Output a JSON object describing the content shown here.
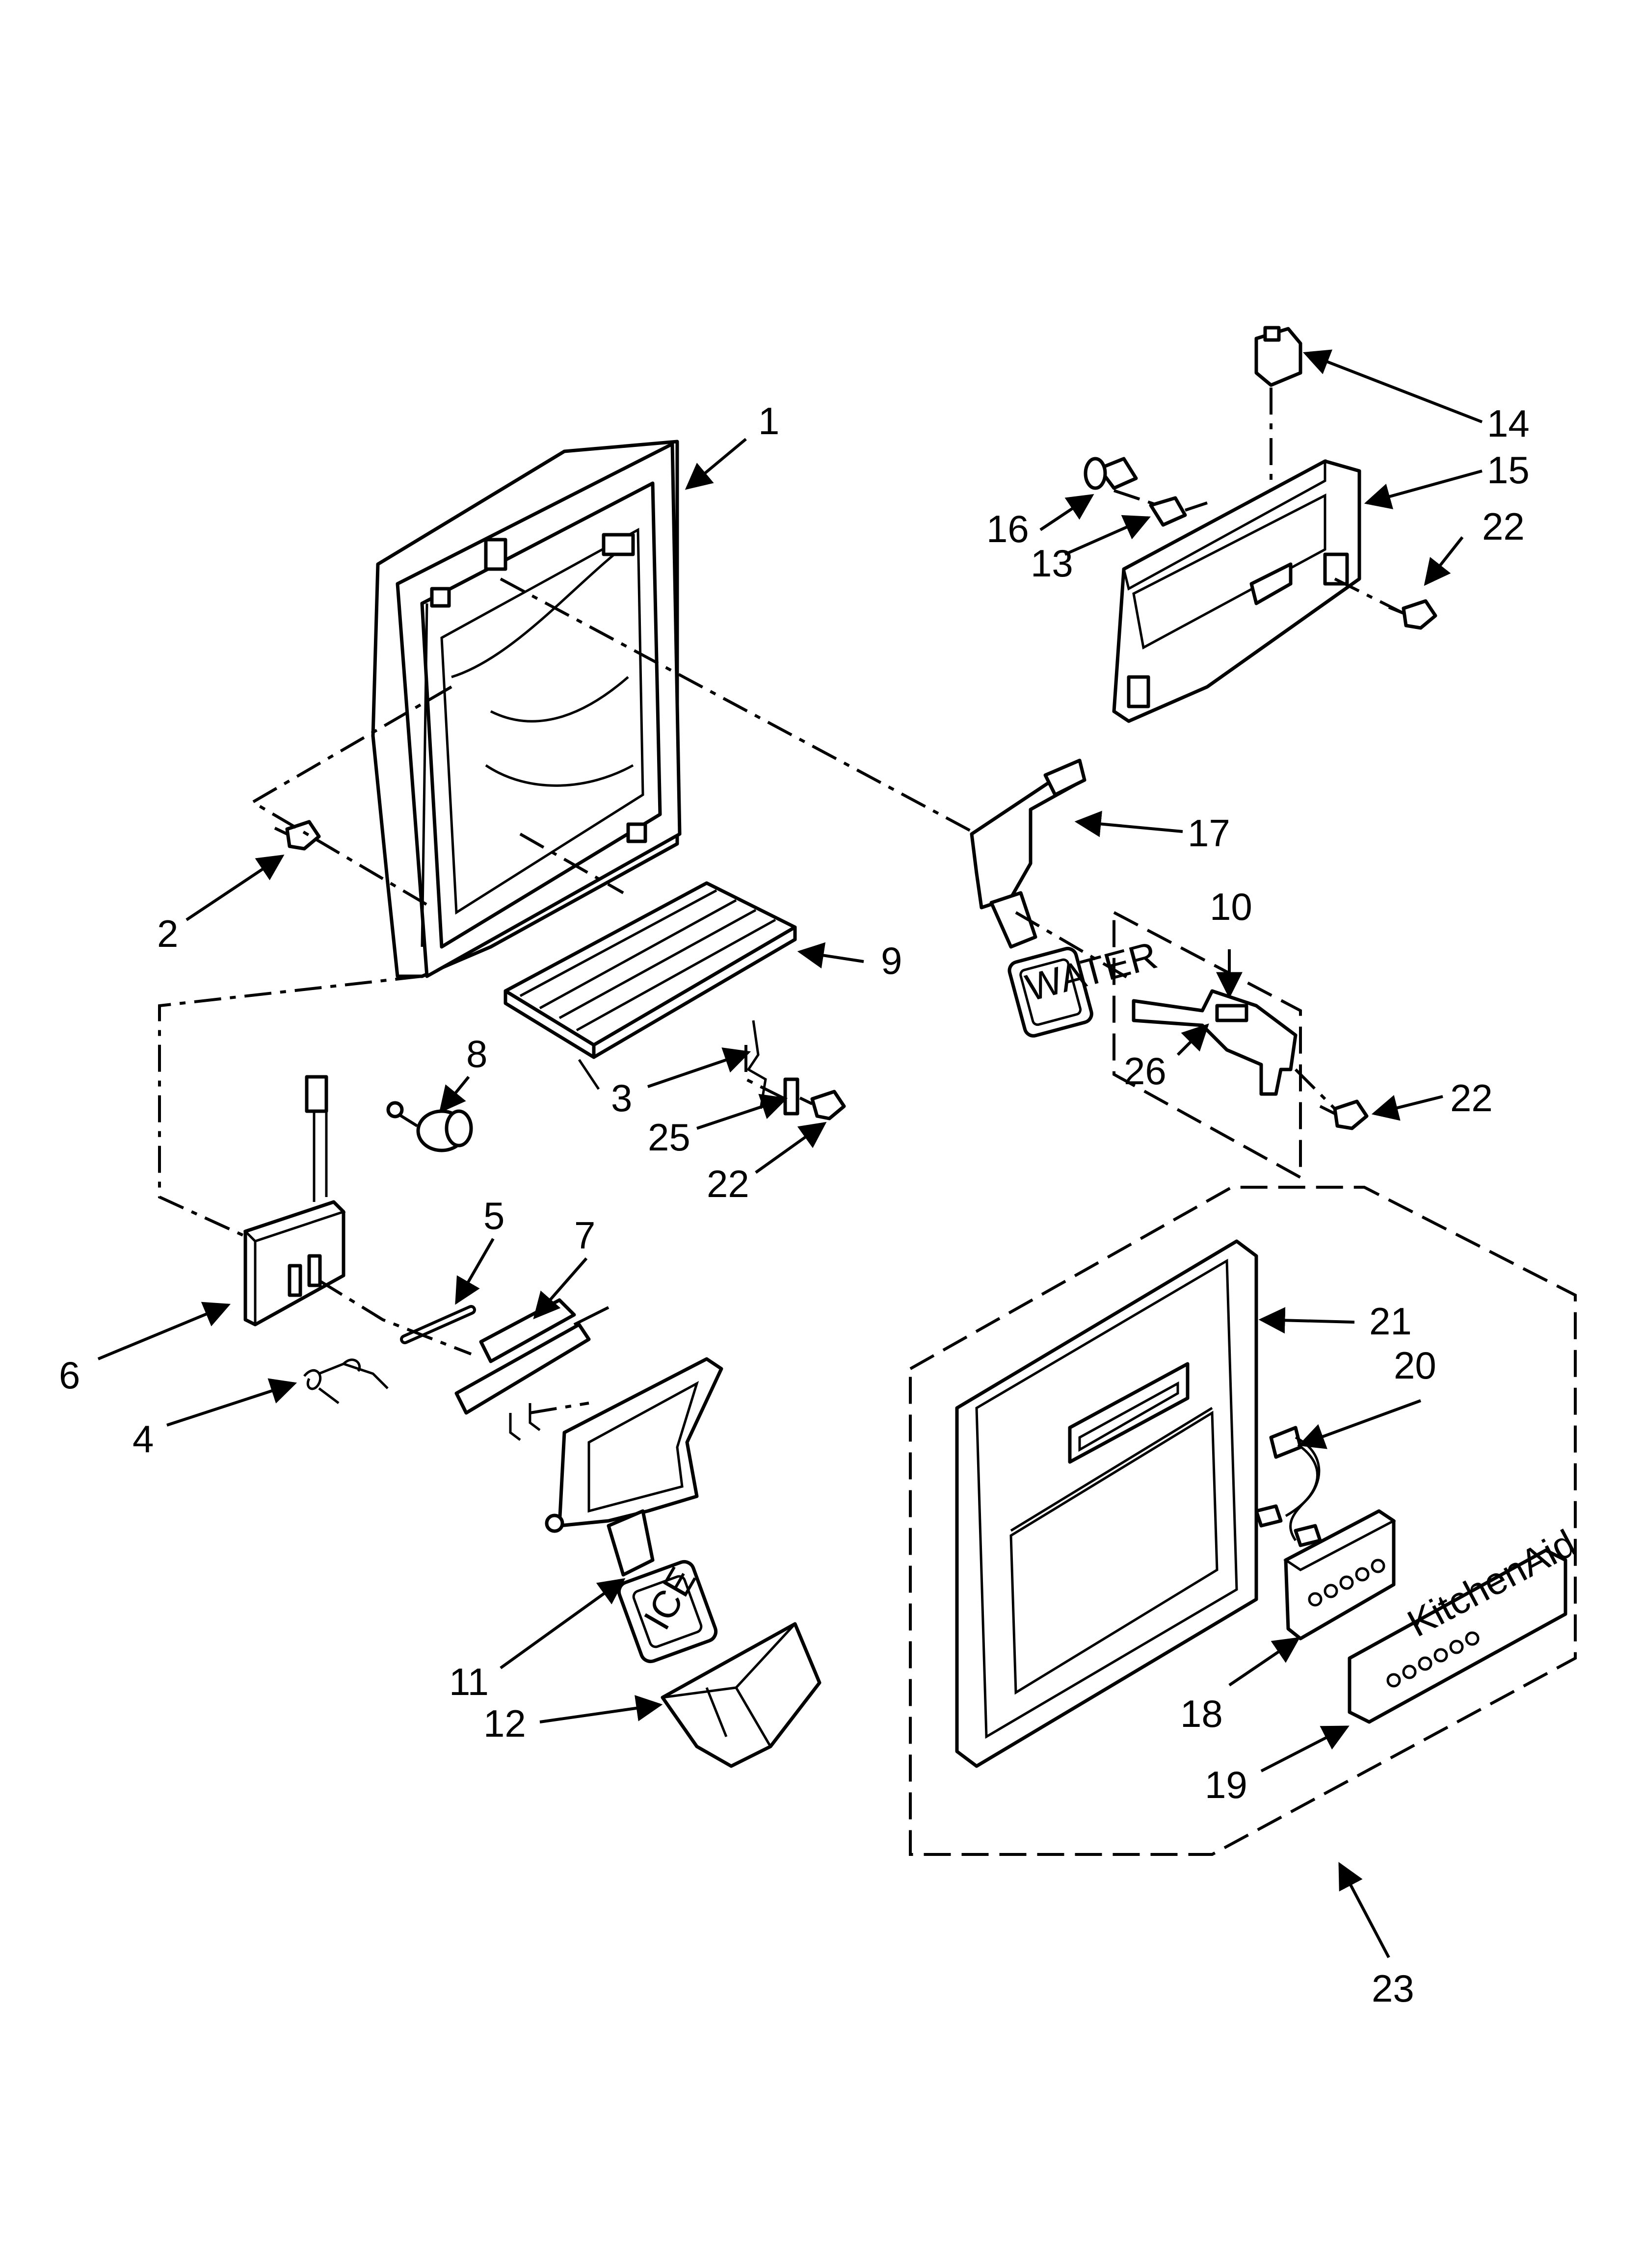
{
  "callouts": {
    "c1": "1",
    "c2": "2",
    "c3": "3",
    "c4": "4",
    "c5": "5",
    "c6": "6",
    "c7": "7",
    "c8": "8",
    "c9": "9",
    "c10": "10",
    "c11": "11",
    "c12": "12",
    "c13": "13",
    "c14": "14",
    "c15": "15",
    "c16": "16",
    "c17": "17",
    "c18": "18",
    "c19": "19",
    "c20": "20",
    "c21": "21",
    "c22a": "22",
    "c22b": "22",
    "c22c": "22",
    "c23": "23",
    "c25": "25",
    "c26": "26"
  },
  "part_text": {
    "ice_pad": "ICE",
    "water_pad": "WATER",
    "brand_mark": "KitchenAid"
  }
}
